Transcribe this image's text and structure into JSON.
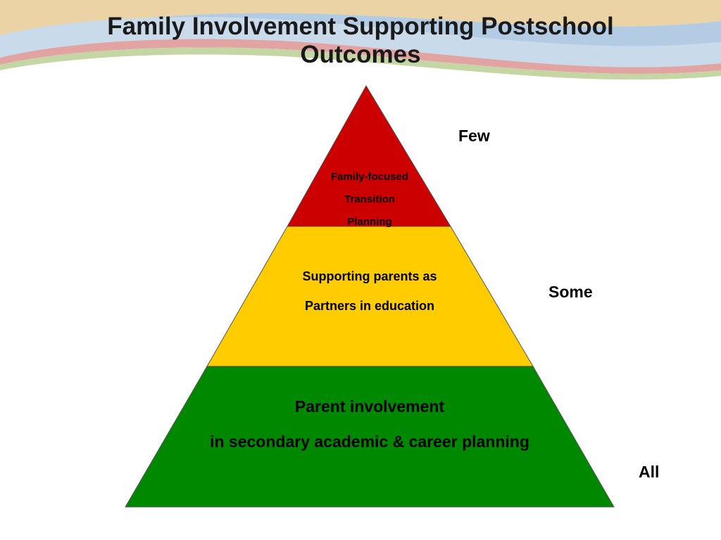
{
  "slide": {
    "title_line1": "Family Involvement Supporting Postschool",
    "title_line2": "Outcomes"
  },
  "pyramid": {
    "tiers": [
      {
        "lines": [
          "Family-focused",
          "Transition",
          "Planning"
        ],
        "color": "#cc0000",
        "level": "Few"
      },
      {
        "lines": [
          "Supporting parents as",
          "Partners in education"
        ],
        "color": "#ffcc00",
        "level": "Some"
      },
      {
        "lines": [
          "Parent involvement",
          "in secondary academic & career planning"
        ],
        "color": "#008800",
        "level": "All"
      }
    ]
  },
  "theme": {
    "wave_colors": [
      "#ecd3a5",
      "#b3cbe3",
      "#e2a3a3",
      "#c4d6a4"
    ]
  }
}
